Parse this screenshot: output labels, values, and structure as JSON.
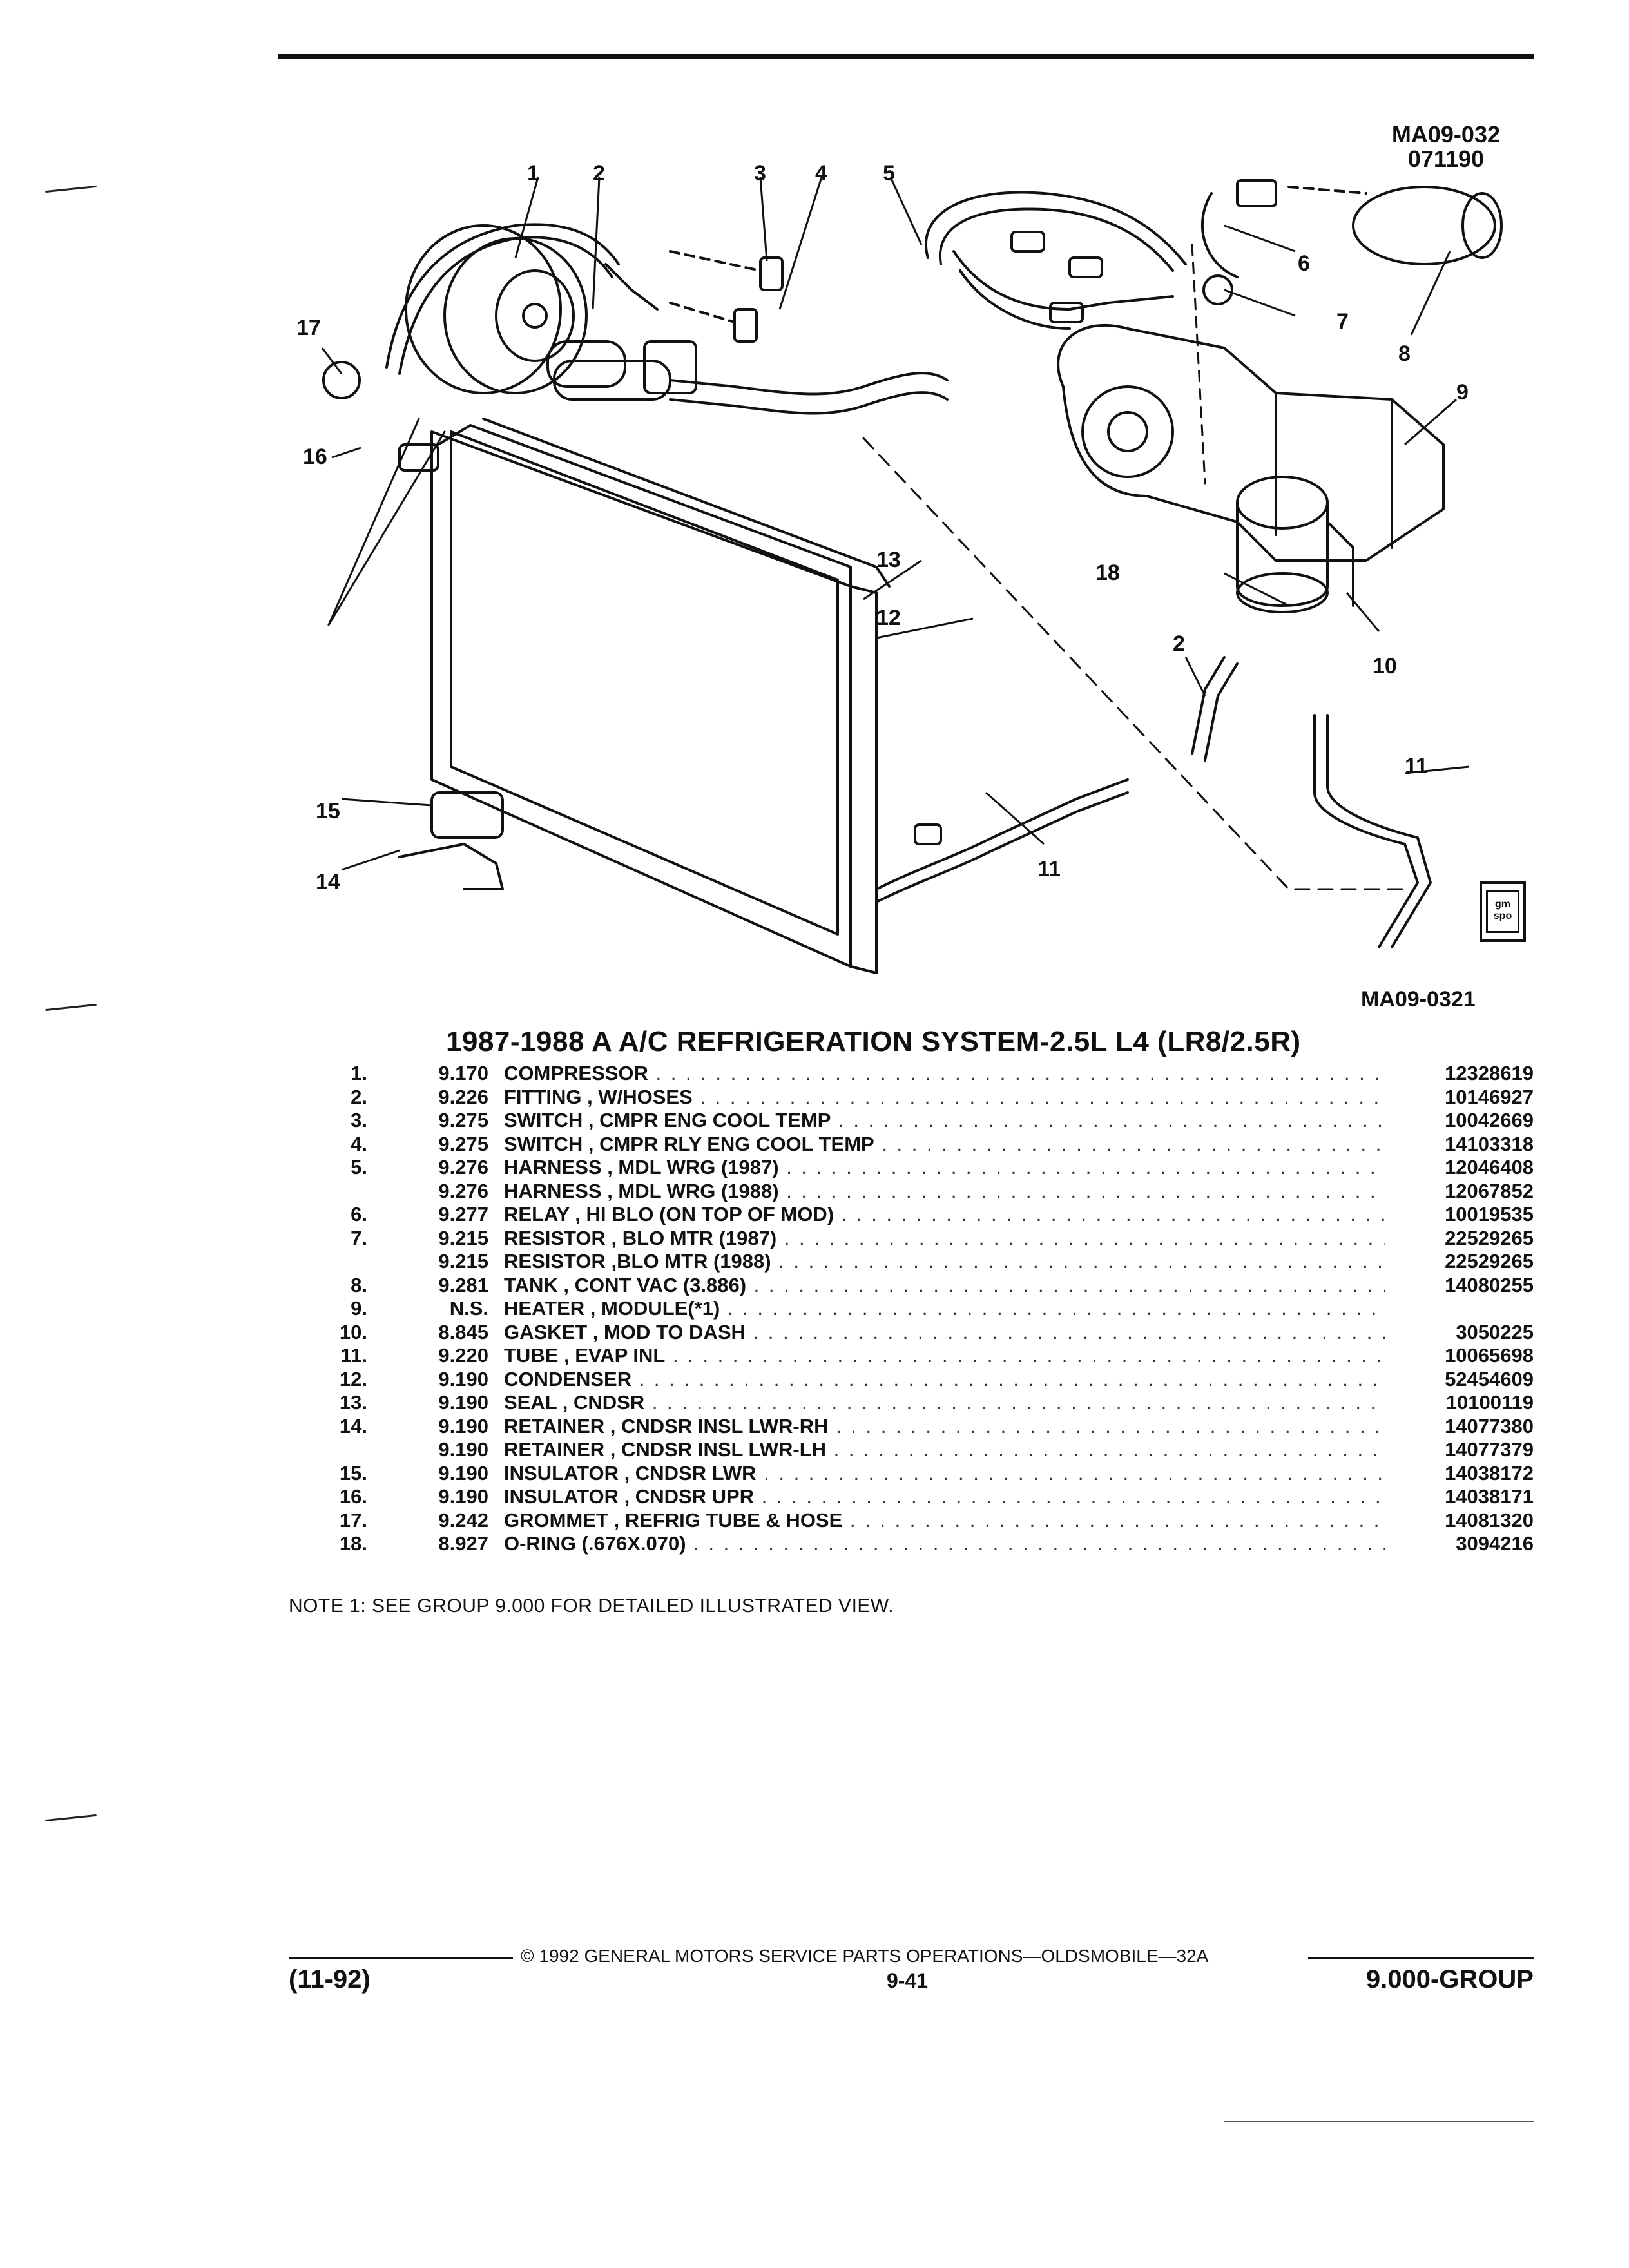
{
  "figure": {
    "code_top_1": "MA09-032",
    "code_top_2": "071190",
    "code_bottom": "MA09-0321",
    "callouts": [
      "1",
      "2",
      "3",
      "4",
      "5",
      "6",
      "7",
      "8",
      "9",
      "10",
      "11",
      "11",
      "12",
      "13",
      "14",
      "15",
      "16",
      "17",
      "18",
      "2"
    ],
    "logo_text_1": "gm",
    "logo_text_2": "spo"
  },
  "title": "1987-1988 A A/C REFRIGERATION SYSTEM-2.5L L4 (LR8/2.5R)",
  "parts": [
    {
      "num": "1.",
      "group": "9.170",
      "desc": "COMPRESSOR",
      "part": "12328619"
    },
    {
      "num": "2.",
      "group": "9.226",
      "desc": "FITTING , W/HOSES",
      "part": "10146927"
    },
    {
      "num": "3.",
      "group": "9.275",
      "desc": "SWITCH , CMPR ENG COOL TEMP",
      "part": "10042669"
    },
    {
      "num": "4.",
      "group": "9.275",
      "desc": "SWITCH , CMPR RLY ENG COOL TEMP",
      "part": "14103318"
    },
    {
      "num": "5.",
      "group": "9.276",
      "desc": "HARNESS , MDL WRG (1987)",
      "part": "12046408"
    },
    {
      "num": "",
      "group": "9.276",
      "desc": "HARNESS , MDL WRG (1988)",
      "part": "12067852"
    },
    {
      "num": "6.",
      "group": "9.277",
      "desc": "RELAY , HI BLO (ON TOP OF MOD)",
      "part": "10019535"
    },
    {
      "num": "7.",
      "group": "9.215",
      "desc": "RESISTOR , BLO MTR (1987)",
      "part": "22529265"
    },
    {
      "num": "",
      "group": "9.215",
      "desc": "RESISTOR ,BLO MTR (1988)",
      "part": "22529265"
    },
    {
      "num": "8.",
      "group": "9.281",
      "desc": "TANK , CONT VAC (3.886)",
      "part": "14080255"
    },
    {
      "num": "9.",
      "group": "N.S.",
      "desc": "HEATER , MODULE(*1)",
      "part": ""
    },
    {
      "num": "10.",
      "group": "8.845",
      "desc": "GASKET , MOD TO DASH",
      "part": "3050225"
    },
    {
      "num": "11.",
      "group": "9.220",
      "desc": "TUBE , EVAP INL",
      "part": "10065698"
    },
    {
      "num": "12.",
      "group": "9.190",
      "desc": "CONDENSER",
      "part": "52454609"
    },
    {
      "num": "13.",
      "group": "9.190",
      "desc": "SEAL , CNDSR",
      "part": "10100119"
    },
    {
      "num": "14.",
      "group": "9.190",
      "desc": "RETAINER , CNDSR INSL LWR-RH",
      "part": "14077380"
    },
    {
      "num": "",
      "group": "9.190",
      "desc": "RETAINER , CNDSR INSL LWR-LH",
      "part": "14077379"
    },
    {
      "num": "15.",
      "group": "9.190",
      "desc": "INSULATOR , CNDSR LWR",
      "part": "14038172"
    },
    {
      "num": "16.",
      "group": "9.190",
      "desc": "INSULATOR , CNDSR UPR",
      "part": "14038171"
    },
    {
      "num": "17.",
      "group": "9.242",
      "desc": "GROMMET , REFRIG TUBE & HOSE",
      "part": "14081320"
    },
    {
      "num": "18.",
      "group": "8.927",
      "desc": "O-RING (.676X.070)",
      "part": "3094216"
    }
  ],
  "note": "NOTE 1: SEE GROUP 9.000 FOR DETAILED ILLUSTRATED VIEW.",
  "footer": {
    "copyright": "© 1992 GENERAL MOTORS SERVICE PARTS OPERATIONS—OLDSMOBILE—32A",
    "revision": "(11-92)",
    "page": "9-41",
    "group": "9.000-GROUP"
  }
}
